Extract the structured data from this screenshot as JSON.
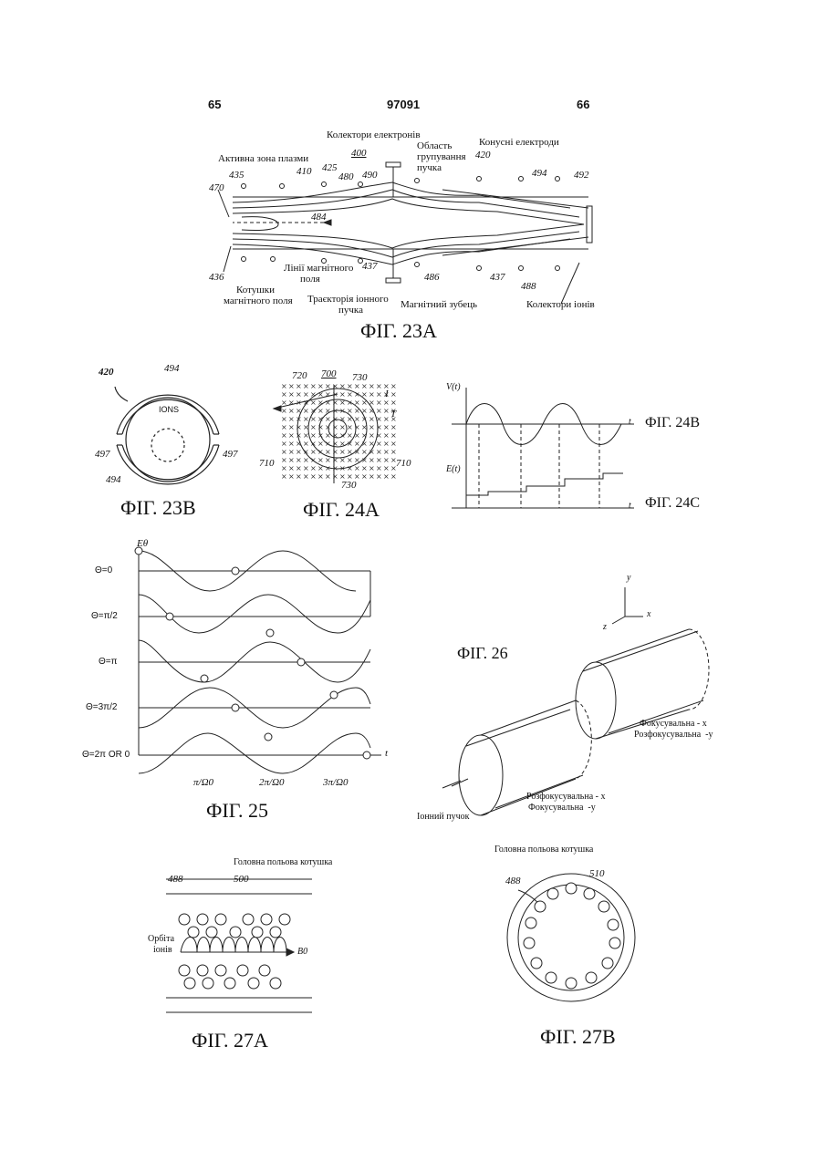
{
  "header": {
    "left_page": "65",
    "patent_number": "97091",
    "right_page": "66"
  },
  "fig23a": {
    "caption": "ФІГ. 23А",
    "labels": {
      "electron_collectors": "Колектори електронів",
      "bunching_region": "Область групування пучка",
      "bunching_line1": "Область",
      "bunching_line2": "групування",
      "bunching_line3": "пучка",
      "conical_electrodes": "Конусні електроди",
      "active_zone": "Активна зона плазми",
      "field_lines_1": "Лінії магнітного",
      "field_lines_2": "поля",
      "coils_1": "Котушки",
      "coils_2": "магнітного поля",
      "ion_trajectory_1": "Траєкторія іонного",
      "ion_trajectory_2": "пучка",
      "magnetic_cusp": "Магнітний зубець",
      "ion_collectors": "Колектори іонів"
    },
    "refs": [
      "400",
      "410",
      "425",
      "480",
      "490",
      "420",
      "494",
      "492",
      "470",
      "435",
      "484",
      "436",
      "437",
      "486",
      "437",
      "488"
    ]
  },
  "fig23b": {
    "caption": "ФІГ. 23В",
    "ions": "IONS",
    "refs": [
      "420",
      "494",
      "497",
      "497",
      "494"
    ]
  },
  "fig24a": {
    "caption": "ФІГ. 24А",
    "refs": [
      "720",
      "700",
      "730",
      "I",
      "T",
      "710",
      "710",
      "730"
    ]
  },
  "fig24bc": {
    "caption_b": "ФІГ. 24В",
    "caption_c": "ФІГ. 24С",
    "v_label": "V(t)",
    "e_label": "E(t)",
    "t1": "t",
    "t2": "t"
  },
  "fig25": {
    "caption": "ФІГ. 25",
    "y_label": "Eθ",
    "rows": [
      "Θ=0",
      "Θ=π/2",
      "Θ=π",
      "Θ=3π/2",
      "Θ=2π OR 0"
    ],
    "x_ticks": [
      "π/Ω0",
      "2π/Ω0",
      "3π/Ω0"
    ],
    "t_label": "t"
  },
  "fig26": {
    "caption": "ФІГ. 26",
    "focusing_x": "Фокусувальна - x",
    "defocusing_y": "Розфокусувальна  -y",
    "defocusing_x": "Розфокусувальна - x",
    "focusing_y": "Фокусувальна  -y",
    "ion_beam": "Іонний пучок",
    "axis_y": "y",
    "axis_x": "x",
    "axis_z": "z"
  },
  "fig27a": {
    "caption": "ФІГ. 27А",
    "main_coil": "Головна польова котушка",
    "ion_orbit_1": "Орбіта",
    "ion_orbit_2": "іонів",
    "b0": "B0",
    "refs": [
      "488",
      "500"
    ]
  },
  "fig27b": {
    "caption": "ФІГ. 27В",
    "main_coil": "Головна польова котушка",
    "refs": [
      "488",
      "510"
    ]
  }
}
